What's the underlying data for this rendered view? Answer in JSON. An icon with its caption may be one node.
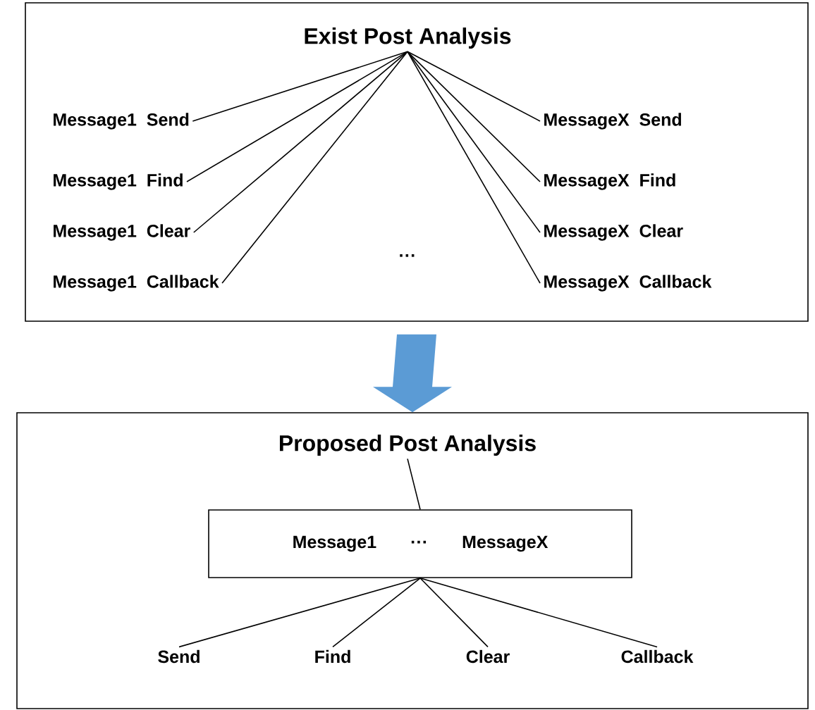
{
  "diagram": {
    "nodes": [
      {
        "text": [],
        "shape": "box"
      },
      {
        "text": [
          "Exist Post Analysis"
        ],
        "in": 0
      },
      {
        "text": [
          "Message1  Send"
        ],
        "in": 0
      },
      {
        "text": [
          "Message1  Find"
        ],
        "in": 0
      },
      {
        "text": [
          "Message1  Clear"
        ],
        "in": 0
      },
      {
        "text": [
          "Message1  Callback"
        ],
        "in": 0
      },
      {
        "text": [
          "MessageX  Send"
        ],
        "in": 0
      },
      {
        "text": [
          "MessageX  Find"
        ],
        "in": 0
      },
      {
        "text": [
          "MessageX  Clear"
        ],
        "in": 0
      },
      {
        "text": [
          "MessageX  Callback"
        ],
        "in": 0
      },
      {
        "text": [],
        "shape": "box"
      },
      {
        "text": [
          "Proposed Post Analysis"
        ],
        "in": 10
      },
      {
        "text": [
          "Message1",
          "···",
          "MessageX"
        ],
        "in": 10
      },
      {
        "text": [
          "Send"
        ],
        "in": 10
      },
      {
        "text": [
          "Find"
        ],
        "in": 10
      },
      {
        "text": [
          "Clear"
        ],
        "in": 10
      },
      {
        "text": [
          "Callback"
        ],
        "in": 10
      }
    ],
    "edges": [
      {
        "from": 1,
        "to": 2,
        "arrow": "none"
      },
      {
        "from": 1,
        "to": 3,
        "arrow": "none"
      },
      {
        "from": 1,
        "to": 4,
        "arrow": "none"
      },
      {
        "from": 1,
        "to": 5,
        "arrow": "none"
      },
      {
        "from": 1,
        "to": 6,
        "arrow": "none"
      },
      {
        "from": 1,
        "to": 7,
        "arrow": "none"
      },
      {
        "from": 1,
        "to": 8,
        "arrow": "none"
      },
      {
        "from": 1,
        "to": 9,
        "arrow": "none"
      },
      {
        "from": 0,
        "to": 10,
        "arrow": "to",
        "style": "thick",
        "color": "#5b9bd5"
      },
      {
        "from": 11,
        "to": 12,
        "arrow": "none"
      },
      {
        "from": 12,
        "to": 13,
        "arrow": "none"
      },
      {
        "from": 12,
        "to": 14,
        "arrow": "none"
      },
      {
        "from": 12,
        "to": 15,
        "arrow": "none"
      },
      {
        "from": 12,
        "to": 16,
        "arrow": "none"
      }
    ],
    "labels": [
      "···"
    ]
  }
}
